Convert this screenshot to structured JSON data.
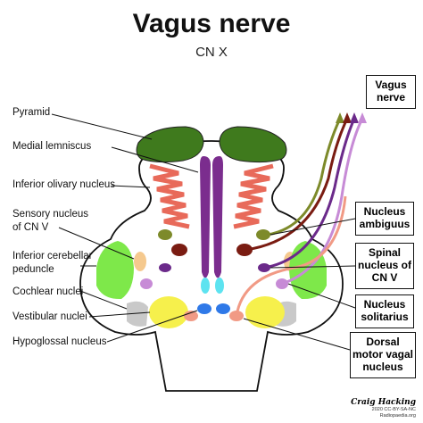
{
  "title": "Vagus nerve",
  "subtitle": "CN X",
  "left_labels": {
    "pyramid": "Pyramid",
    "medial_lemniscus": "Medial lemniscus",
    "inferior_olivary": "Inferior olivary nucleus",
    "sensory_cnv_1": "Sensory nucleus",
    "sensory_cnv_2": "of CN V",
    "inf_cerebellar_1": "Inferior cerebellar",
    "inf_cerebellar_2": "peduncle",
    "cochlear": "Cochlear nuclei",
    "vestibular": "Vestibular nuclei",
    "hypoglossal": "Hypoglossal nucleus"
  },
  "right_boxes": {
    "vagus_nerve": [
      "Vagus",
      "nerve"
    ],
    "nucleus_ambiguus": [
      "Nucleus",
      "ambiguus"
    ],
    "spinal_cnv": [
      "Spinal",
      "nucleus of",
      "CN V"
    ],
    "nucleus_solitarius": [
      "Nucleus",
      "solitarius"
    ],
    "dorsal_motor": [
      "Dorsal",
      "motor vagal",
      "nucleus"
    ]
  },
  "credit": {
    "signature": "Craig Hacking",
    "license": "2020 CC-BY-SA-NC",
    "site": "Radiopaedia.org"
  },
  "colors": {
    "pyramid": "#3f7a1d",
    "lemniscus": "#7b2d8e",
    "olive": "#e86a5a",
    "nucleus_ambiguus": "#7d8a2a",
    "dorsal_vagal": "#f19a85",
    "solitarius": "#c78bd6",
    "spinal_cnv": "#6b2a8a",
    "sensory": "#f5c98e",
    "cerebellar": "#7ee84a",
    "vestibular": "#f6f04c",
    "cochlear": "#c9c9c9",
    "hypoglossal": "#2f79e8",
    "ventricle_cyan": "#5de3f0",
    "brown_nucleus": "#7a1c12"
  }
}
